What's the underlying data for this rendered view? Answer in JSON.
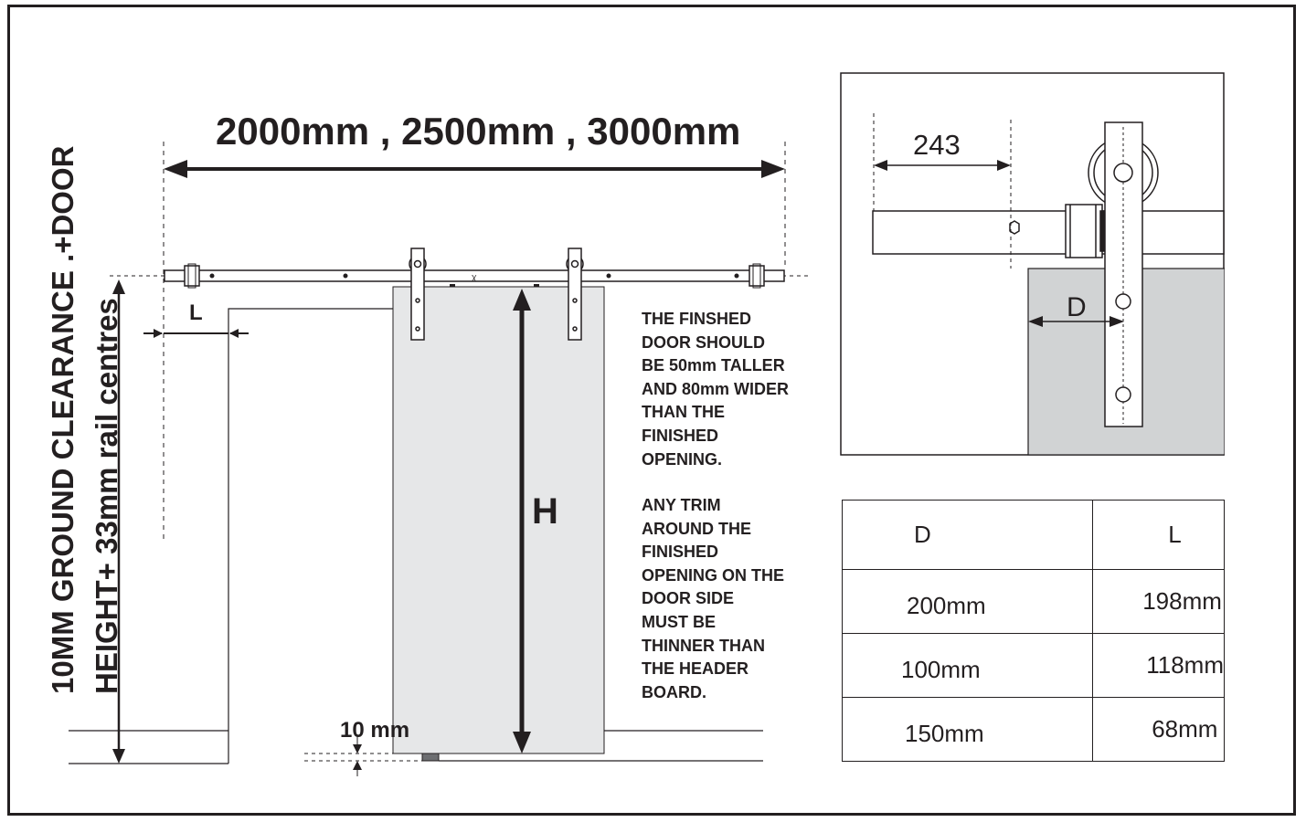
{
  "title": "2000mm , 2500mm , 3000mm",
  "vertical_label_line1": "10MM GROUND CLEARANCE .+DOOR",
  "vertical_label_line2": "HEIGHT+ 33mm rail centres",
  "label_L": "L",
  "label_H": "H",
  "label_ground_clearance": "10 mm",
  "notes_block1": [
    "THE FINSHED",
    "DOOR SHOULD",
    "BE 50mm TALLER",
    "AND 80mm WIDER",
    "THAN THE",
    "FINISHED",
    "OPENING."
  ],
  "notes_block2": [
    "ANY TRIM",
    "AROUND THE",
    "FINISHED",
    "OPENING ON THE",
    "DOOR SIDE",
    "MUST BE",
    "THINNER THAN",
    "THE HEADER",
    "BOARD."
  ],
  "detail": {
    "dim_243": "243",
    "label_D": "D"
  },
  "table": {
    "headers": [
      "D",
      "L"
    ],
    "rows": [
      [
        "200mm",
        "198mm"
      ],
      [
        "100mm",
        "118mm"
      ],
      [
        "150mm",
        "68mm"
      ]
    ]
  },
  "colors": {
    "ink": "#231f20",
    "door_fill": "#e6e7e8",
    "wall_fill": "#d1d3d4"
  }
}
